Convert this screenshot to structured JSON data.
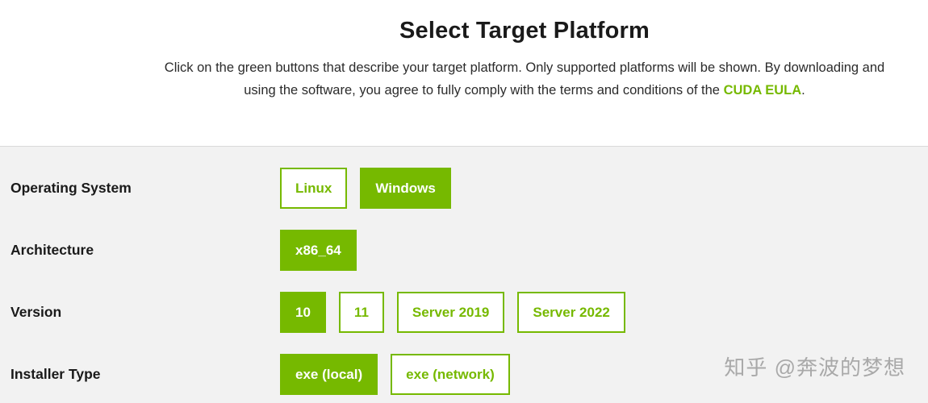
{
  "colors": {
    "green": "#76b900",
    "section_bg": "#f2f2f2",
    "text": "#1a1a1a"
  },
  "header": {
    "title": "Select Target Platform",
    "description_text": "Click on the green buttons that describe your target platform. Only supported platforms will be shown. By downloading and using the software, you agree to fully comply with the terms and conditions of the ",
    "eula_link": "CUDA EULA",
    "description_suffix": "."
  },
  "selector": {
    "rows": [
      {
        "label": "Operating System",
        "options": [
          {
            "label": "Linux",
            "selected": false
          },
          {
            "label": "Windows",
            "selected": true
          }
        ]
      },
      {
        "label": "Architecture",
        "options": [
          {
            "label": "x86_64",
            "selected": true
          }
        ]
      },
      {
        "label": "Version",
        "options": [
          {
            "label": "10",
            "selected": true
          },
          {
            "label": "11",
            "selected": false
          },
          {
            "label": "Server 2019",
            "selected": false
          },
          {
            "label": "Server 2022",
            "selected": false
          }
        ]
      },
      {
        "label": "Installer Type",
        "options": [
          {
            "label": "exe (local)",
            "selected": true
          },
          {
            "label": "exe (network)",
            "selected": false
          }
        ]
      }
    ]
  },
  "watermark": {
    "text": "知乎 @奔波的梦想"
  }
}
